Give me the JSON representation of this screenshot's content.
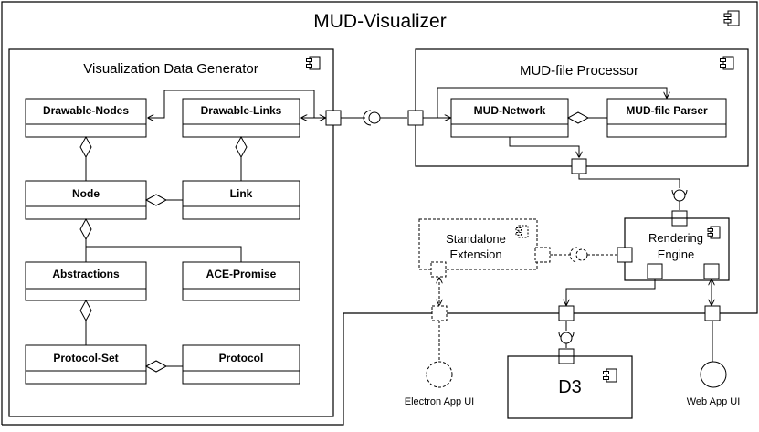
{
  "diagram": {
    "title": "MUD-Visualizer",
    "components": {
      "visualization_data_generator": "Visualization Data Generator",
      "mud_file_processor": "MUD-file Processor",
      "rendering_engine": [
        "Rendering",
        "Engine"
      ],
      "standalone_extension": [
        "Standalone",
        "Extension"
      ],
      "d3": "D3"
    },
    "classes": {
      "drawable_nodes": "Drawable-Nodes",
      "drawable_links": "Drawable-Links",
      "node": "Node",
      "link": "Link",
      "abstractions": "Abstractions",
      "ace_promise": "ACE-Promise",
      "protocol_set": "Protocol-Set",
      "protocol": "Protocol",
      "mud_network": "MUD-Network",
      "mud_file_parser": "MUD-file Parser"
    },
    "actors": {
      "electron_app_ui": "Electron App UI",
      "web_app_ui": "Web App UI"
    }
  }
}
